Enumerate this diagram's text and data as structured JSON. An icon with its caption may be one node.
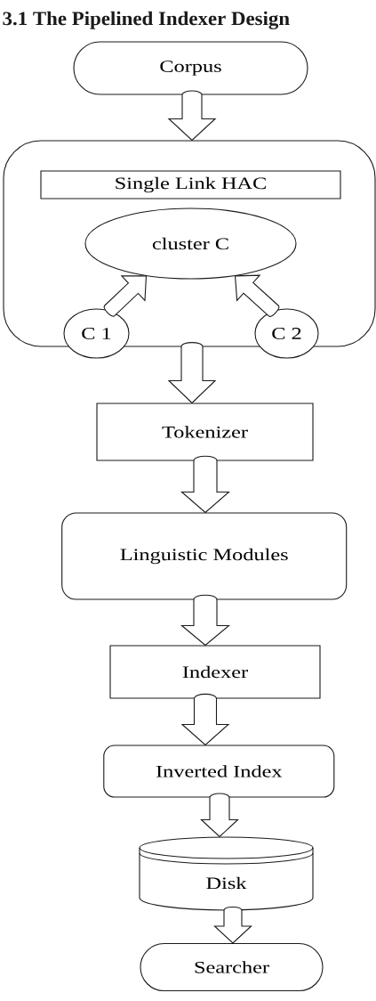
{
  "diagram": {
    "title": "3.1 The Pipelined Indexer Design",
    "nodes": [
      {
        "text": [
          "Corpus"
        ]
      },
      {
        "text": [],
        "shape": "box"
      },
      {
        "text": [
          "Single Link HAC"
        ],
        "in": 1
      },
      {
        "text": [
          "cluster C"
        ],
        "in": 1
      },
      {
        "text": [
          "C 1"
        ]
      },
      {
        "text": [
          "C 2"
        ]
      },
      {
        "text": [
          "Tokenizer"
        ]
      },
      {
        "text": [
          "Linguistic Modules"
        ]
      },
      {
        "text": [
          "Indexer"
        ]
      },
      {
        "text": [
          "Inverted Index"
        ]
      },
      {
        "text": [
          "Disk"
        ]
      },
      {
        "text": [
          "Searcher"
        ]
      }
    ],
    "edges": [
      {
        "from": 0,
        "to": 1,
        "arrow": "to"
      },
      {
        "from": 4,
        "to": 3,
        "arrow": "to"
      },
      {
        "from": 5,
        "to": 3,
        "arrow": "to"
      },
      {
        "from": 1,
        "to": 6,
        "arrow": "to"
      },
      {
        "from": 6,
        "to": 7,
        "arrow": "to"
      },
      {
        "from": 7,
        "to": 8,
        "arrow": "to"
      },
      {
        "from": 8,
        "to": 9,
        "arrow": "to"
      },
      {
        "from": 9,
        "to": 10,
        "arrow": "to"
      },
      {
        "from": 10,
        "to": 11,
        "arrow": "to"
      }
    ]
  }
}
